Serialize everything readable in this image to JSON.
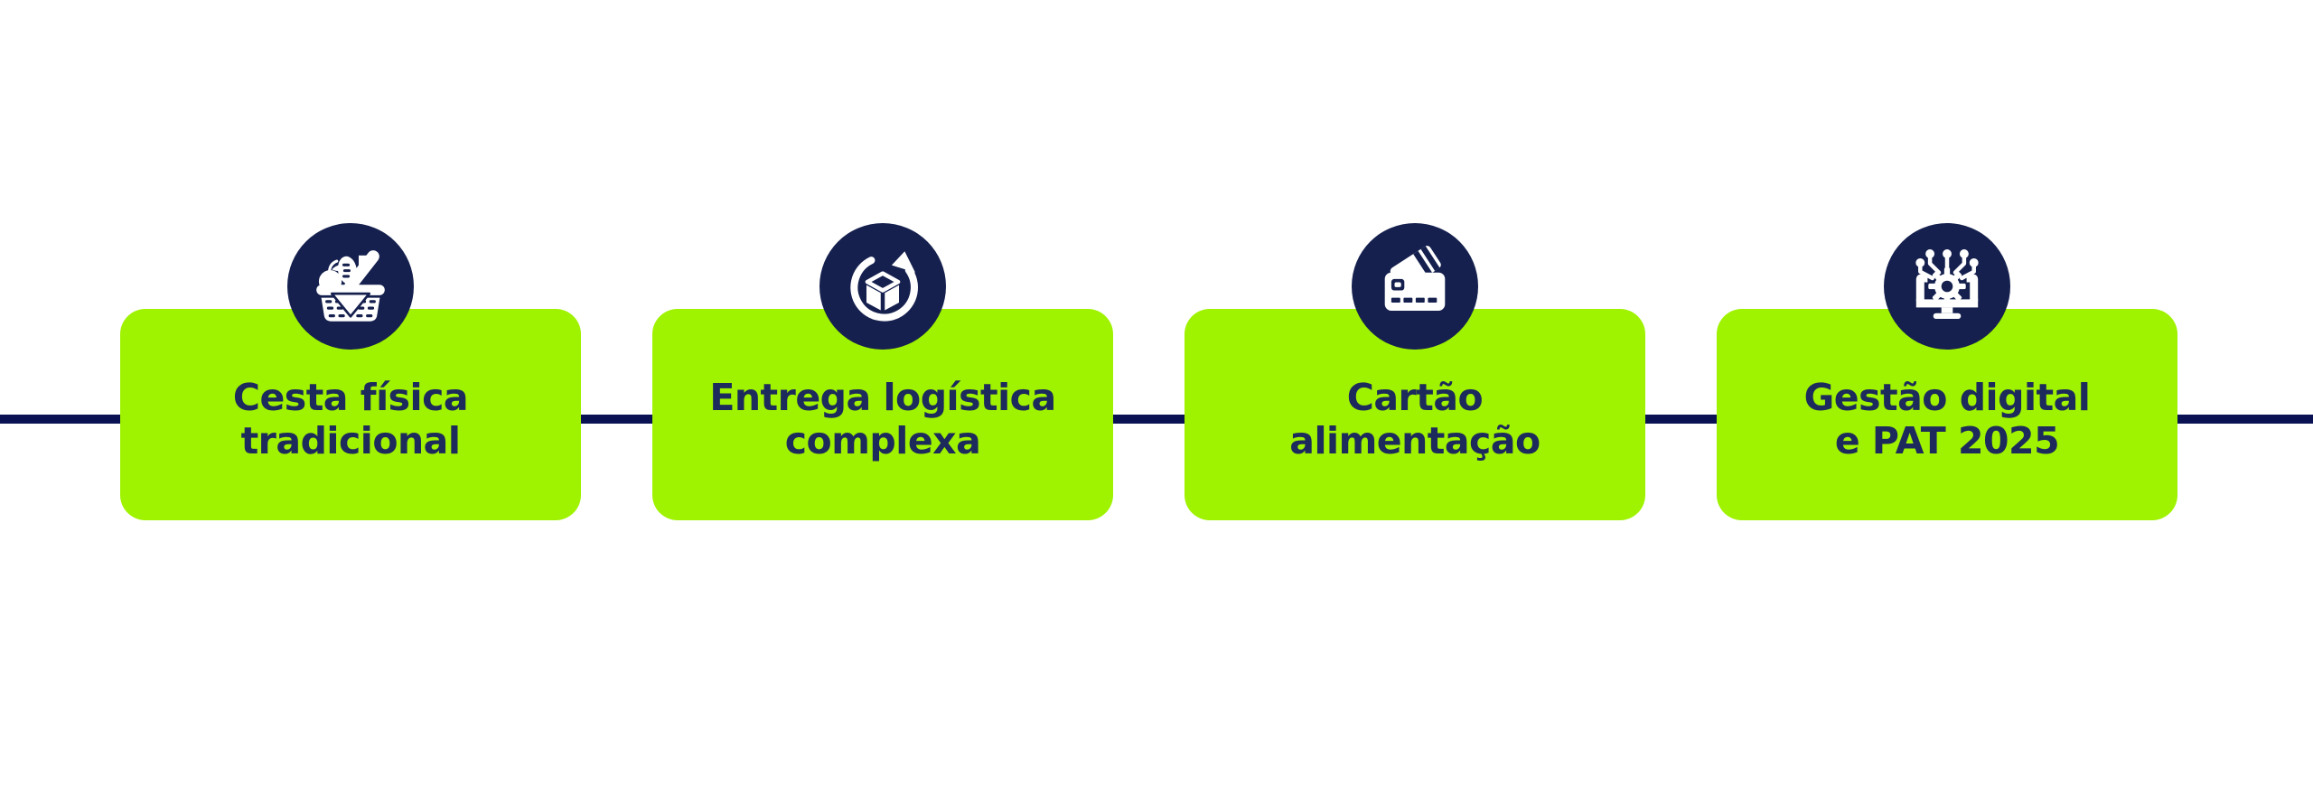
{
  "colors": {
    "background": "#ffffff",
    "card_green": "#9ff200",
    "badge_navy": "#15204e",
    "line_navy": "#0a1253",
    "text_navy": "#1c2a5c",
    "icon_white": "#ffffff"
  },
  "timeline": {
    "items": [
      {
        "icon": "basket-icon",
        "label": "Cesta física\ntradicional"
      },
      {
        "icon": "rotating-box-icon",
        "label": "Entrega logística\ncomplexa"
      },
      {
        "icon": "meal-card-icon",
        "label": "Cartão\nalimentação"
      },
      {
        "icon": "digital-management-icon",
        "label": "Gestão digital\ne PAT 2025"
      }
    ]
  }
}
